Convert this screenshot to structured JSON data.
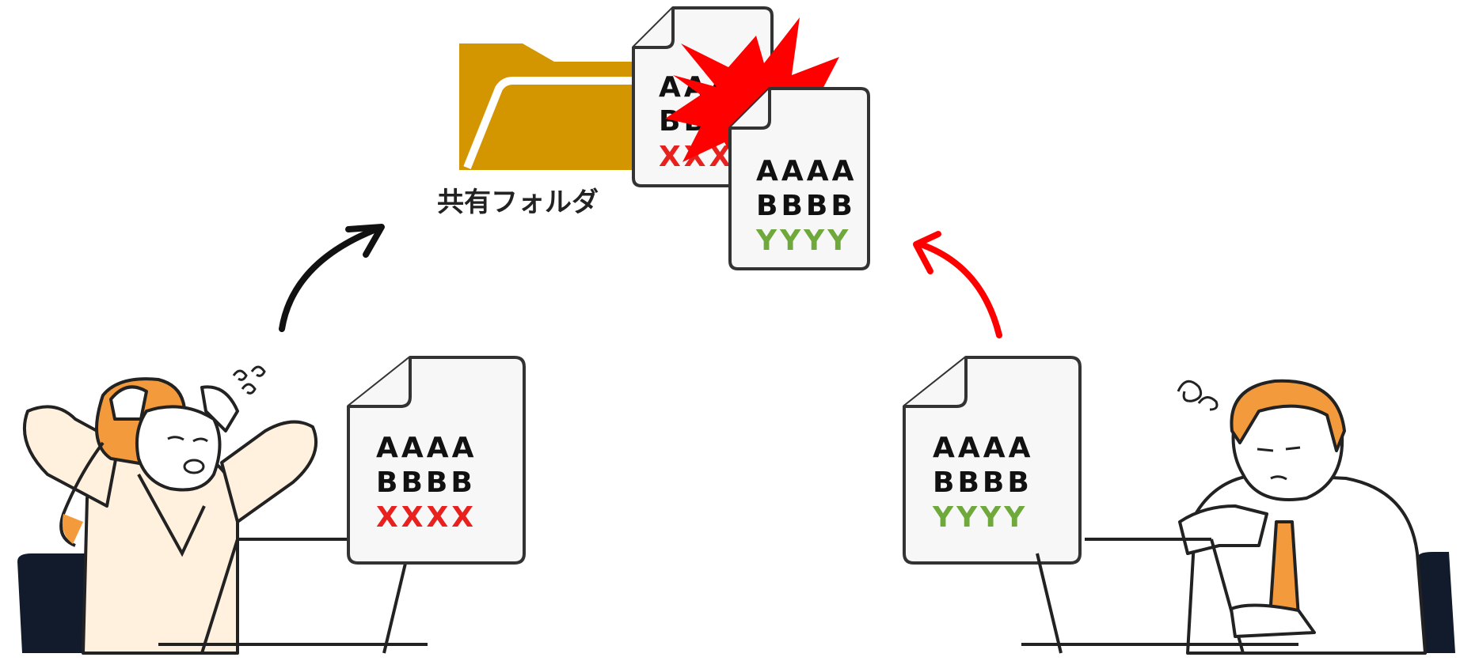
{
  "folder": {
    "label": "共有フォルダ"
  },
  "documents": {
    "left": {
      "lines": [
        "AAAA",
        "BBBB",
        "XXXX"
      ]
    },
    "right": {
      "lines": [
        "AAAA",
        "BBBB",
        "YYYY"
      ]
    },
    "folder_old": {
      "lines": [
        "AAAA",
        "BBBB",
        "XXXX"
      ]
    },
    "folder_new": {
      "lines": [
        "AAAA",
        "BBBB",
        "YYYY"
      ]
    }
  },
  "colors": {
    "folder": "#D39600",
    "conflict_red": "#FF0000",
    "text_black": "#111111",
    "text_red": "#E8201E",
    "text_green": "#6FA83B",
    "outline": "#333333",
    "navy": "#121B2B",
    "skin_orange": "#F39A3C",
    "jacket_cream": "#FFF1DE"
  },
  "icons": {
    "black_arrow": "curved-arrow-up-right-icon",
    "red_arrow": "curved-arrow-up-left-icon",
    "conflict": "explosion-burst-icon",
    "folder": "folder-icon"
  }
}
